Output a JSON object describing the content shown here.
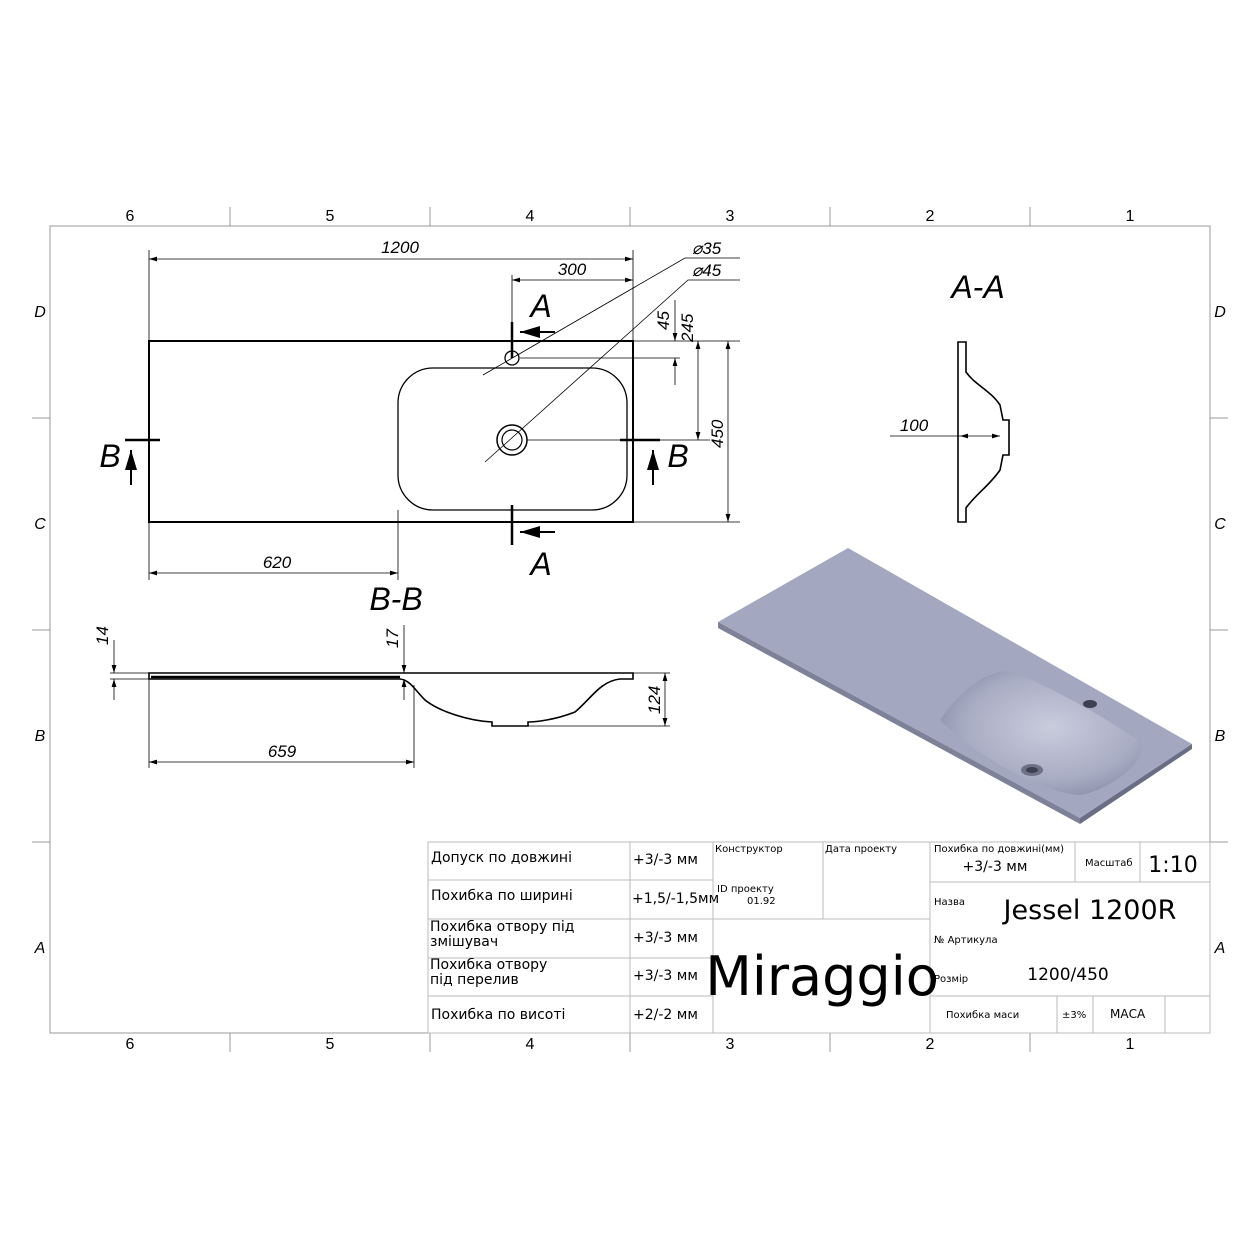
{
  "zones": {
    "columns": [
      "6",
      "5",
      "4",
      "3",
      "2",
      "1"
    ],
    "rows": [
      "D",
      "C",
      "B",
      "A"
    ]
  },
  "top_view": {
    "dims": {
      "length": "1200",
      "tap_offset": "300",
      "tap_edge": "45",
      "drain_edge": "245",
      "width": "450",
      "left_to_basin": "620"
    },
    "dia_tap": "35",
    "dia_drain": "45",
    "section_a": "A",
    "section_b": "B"
  },
  "section_bb": {
    "title": "B-B",
    "dims": {
      "thickness": "14",
      "basin_lip": "17",
      "depth": "124",
      "offset": "659"
    }
  },
  "section_aa": {
    "title": "A-A",
    "dims": {
      "depth": "100"
    }
  },
  "title_block": {
    "rows": [
      {
        "label": "Допуск по довжині",
        "value": "+3/-3 мм"
      },
      {
        "label": "Похибка по ширині",
        "value": "+1,5/-1,5мм"
      },
      {
        "label": "Похибка отвору під змішувач",
        "value": "+3/-3 мм"
      },
      {
        "label": "Похибка отвору під перелив",
        "value": "+3/-3 мм"
      },
      {
        "label": "Похибка по висоті",
        "value": "+2/-2 мм"
      }
    ],
    "designer_label": "Конструктор",
    "date_label": "Дата проекту",
    "project_id_label": "ID проекту",
    "project_id": "01.92",
    "brand": "Miraggio",
    "length_tol_label": "Похибка по довжині(мм)",
    "length_tol": "+3/-3 мм",
    "scale_label": "Масштаб",
    "scale": "1:10",
    "name_label": "Назва",
    "name": "Jessel 1200R",
    "article_label": "№ Артикула",
    "size_label": "Розмір",
    "size": "1200/450",
    "mass_tol_label": "Похибка маси",
    "mass_tol": "±3%",
    "mass_label": "МАСА"
  },
  "colors": {
    "render": "#a3a7c0",
    "line": "#000000"
  }
}
